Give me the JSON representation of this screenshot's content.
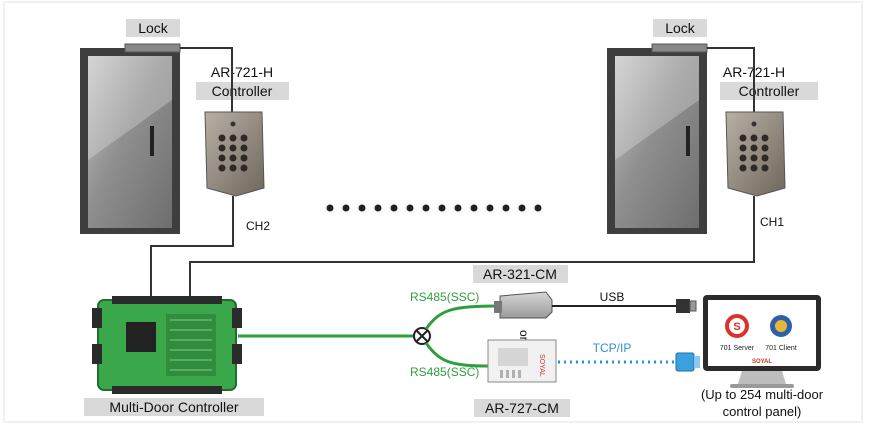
{
  "labels": {
    "lock_left": "Lock",
    "lock_right": "Lock",
    "controller_left_line1": "AR-721-H",
    "controller_left_line2": "Controller",
    "controller_right_line1": "AR-721-H",
    "controller_right_line2": "Controller",
    "ch2": "CH2",
    "ch1": "CH1",
    "multi_door": "Multi-Door Controller",
    "ar321": "AR-321-CM",
    "ar727": "AR-727-CM",
    "rs485_top": "RS485(SSC)",
    "rs485_bottom": "RS485(SSC)",
    "or": "or",
    "usb": "USB",
    "tcpip": "TCP/IP",
    "server": "701 Server",
    "client": "701 Client",
    "brand": "SOYAL",
    "caption_line1": "(Up to 254 multi-door",
    "caption_line2": "control panel)"
  },
  "colors": {
    "rs485_green": "#2e9e3e",
    "tcpip_blue": "#2f8fd8",
    "label_bg": "#d9d9d9",
    "door_dark": "#4a4a4a",
    "board_green": "#3aa84a"
  },
  "icons": [
    "door",
    "lock",
    "keypad-reader",
    "controller-board",
    "usb-plug",
    "ethernet-plug",
    "monitor",
    "junction"
  ]
}
